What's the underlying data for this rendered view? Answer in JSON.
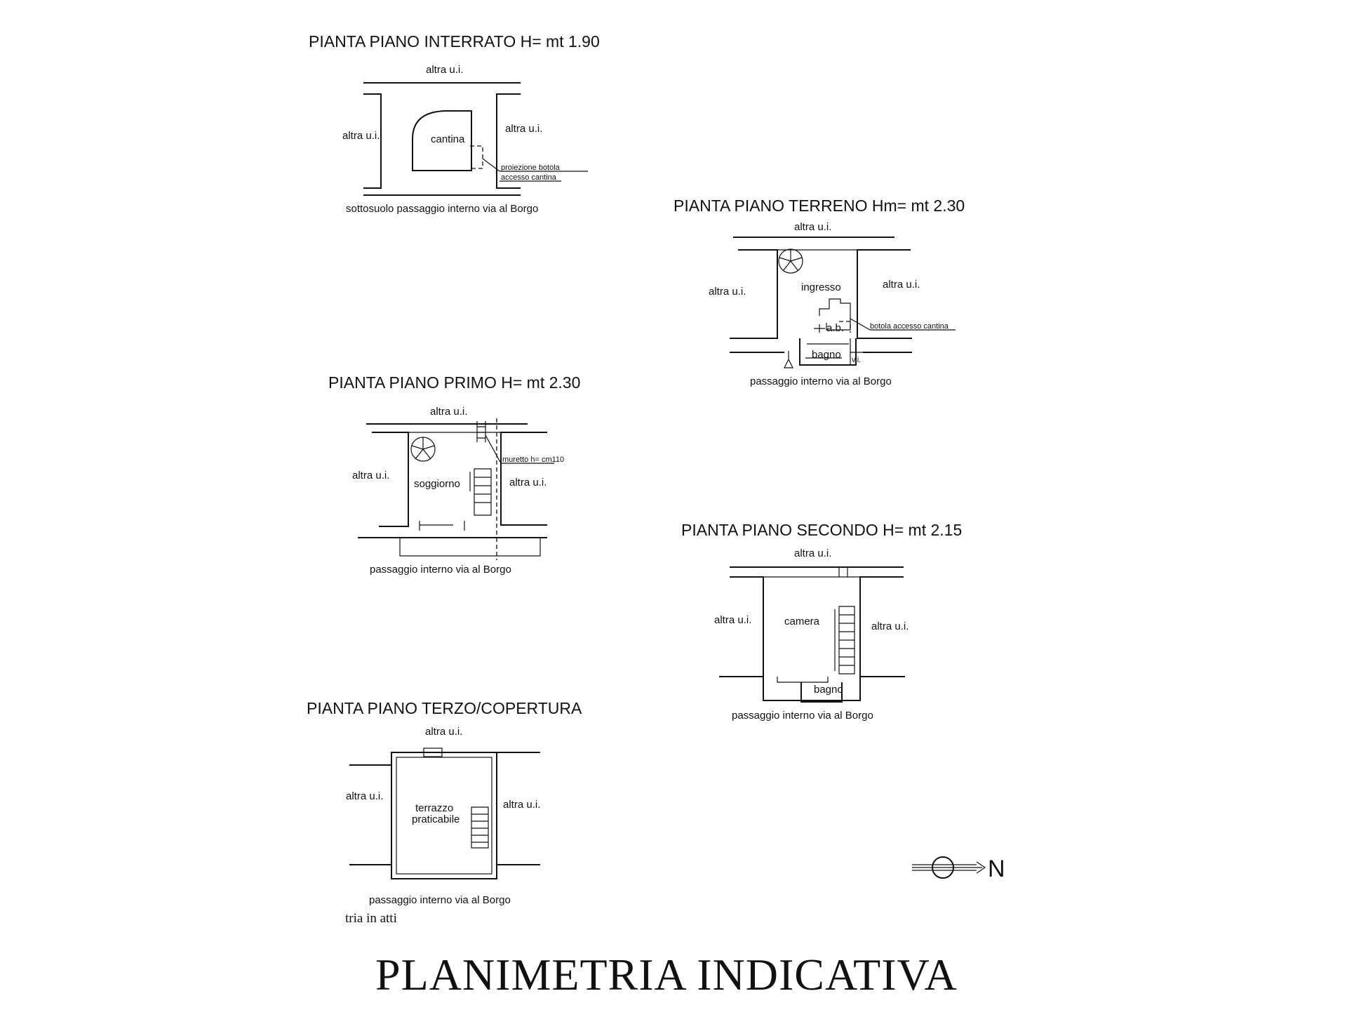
{
  "document": {
    "main_title": "PLANIMETRIA INDICATIVA",
    "handwritten_note": "tria in atti",
    "north_label": "N"
  },
  "floors": {
    "interrato": {
      "title": "PIANTA PIANO INTERRATO H= mt 1.90",
      "top": "altra u.i.",
      "left": "altra u.i.",
      "right": "altra u.i.",
      "room": "cantina",
      "note_line1": "proiezione botola",
      "note_line2": "accesso cantina",
      "bottom": "sottosuolo passaggio interno via al Borgo"
    },
    "terreno": {
      "title": "PIANTA PIANO TERRENO Hm= mt 2.30",
      "top": "altra u.i.",
      "left": "altra u.i.",
      "right": "altra u.i.",
      "room": "ingresso",
      "ab": "a.b.",
      "bagno": "bagno",
      "vi": "v.i.",
      "note": "botola accesso cantina",
      "bottom": "passaggio interno via al Borgo"
    },
    "primo": {
      "title": "PIANTA PIANO PRIMO H= mt 2.30",
      "top": "altra u.i.",
      "left": "altra u.i.",
      "right": "altra u.i.",
      "room": "soggiorno",
      "note": "muretto h= cm110",
      "bottom": "passaggio interno via al Borgo"
    },
    "secondo": {
      "title": "PIANTA PIANO SECONDO H= mt 2.15",
      "top": "altra u.i.",
      "left": "altra u.i.",
      "right": "altra u.i.",
      "room": "camera",
      "bagno": "bagno",
      "bottom": "passaggio interno via al Borgo"
    },
    "terzo": {
      "title": "PIANTA PIANO TERZO/COPERTURA",
      "top": "altra u.i.",
      "left": "altra u.i.",
      "right": "altra u.i.",
      "room_line1": "terrazzo",
      "room_line2": "praticabile",
      "bottom": "passaggio interno via al Borgo"
    }
  }
}
